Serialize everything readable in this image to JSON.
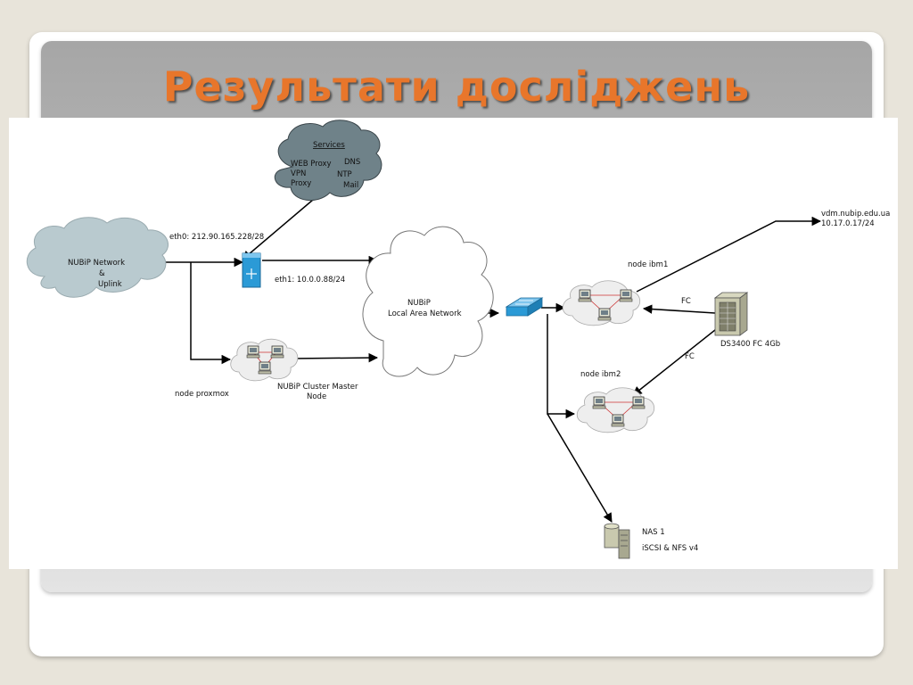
{
  "slide": {
    "title": "Результати досліджень"
  },
  "diagram": {
    "services_cloud": {
      "title": "Services",
      "items": [
        "WEB Proxy",
        "VPN",
        "Proxy",
        "DNS",
        "NTP",
        "Mail"
      ]
    },
    "uplink_cloud": {
      "line1": "NUBiP Network",
      "line2": "&",
      "line3": "Uplink"
    },
    "lan_cloud": {
      "line1": "NUBiP",
      "line2": "Local Area Network"
    },
    "eth0_label": "eth0: 212.90.165.228/28",
    "eth1_label": "eth1: 10.0.0.88/24",
    "node_proxmox_label": "node proxmox",
    "cluster_master_label_1": "NUBiP Cluster Master",
    "cluster_master_label_2": "Node",
    "node_ibm1_label": "node ibm1",
    "node_ibm2_label": "node ibm2",
    "fc_label_1": "FC",
    "fc_label_2": "FC",
    "storage_label": "DS3400 FC 4Gb",
    "vdm_label_1": "vdm.nubip.edu.ua",
    "vdm_label_2": "10.17.0.17/24",
    "nas_label_1": "NAS 1",
    "nas_label_2": "iSCSI & NFS v4"
  },
  "icons": {
    "services_cloud": "cloud-icon",
    "firewall": "firewall-icon",
    "switch": "switch-icon",
    "cluster": "computer-cluster-icon",
    "storage": "storage-array-icon",
    "nas": "nas-server-icon"
  },
  "colors": {
    "title": "#e8762b",
    "services_cloud": "#6f8289",
    "uplink_cloud": "#b9cacf",
    "device_blue": "#2b9ad6"
  }
}
